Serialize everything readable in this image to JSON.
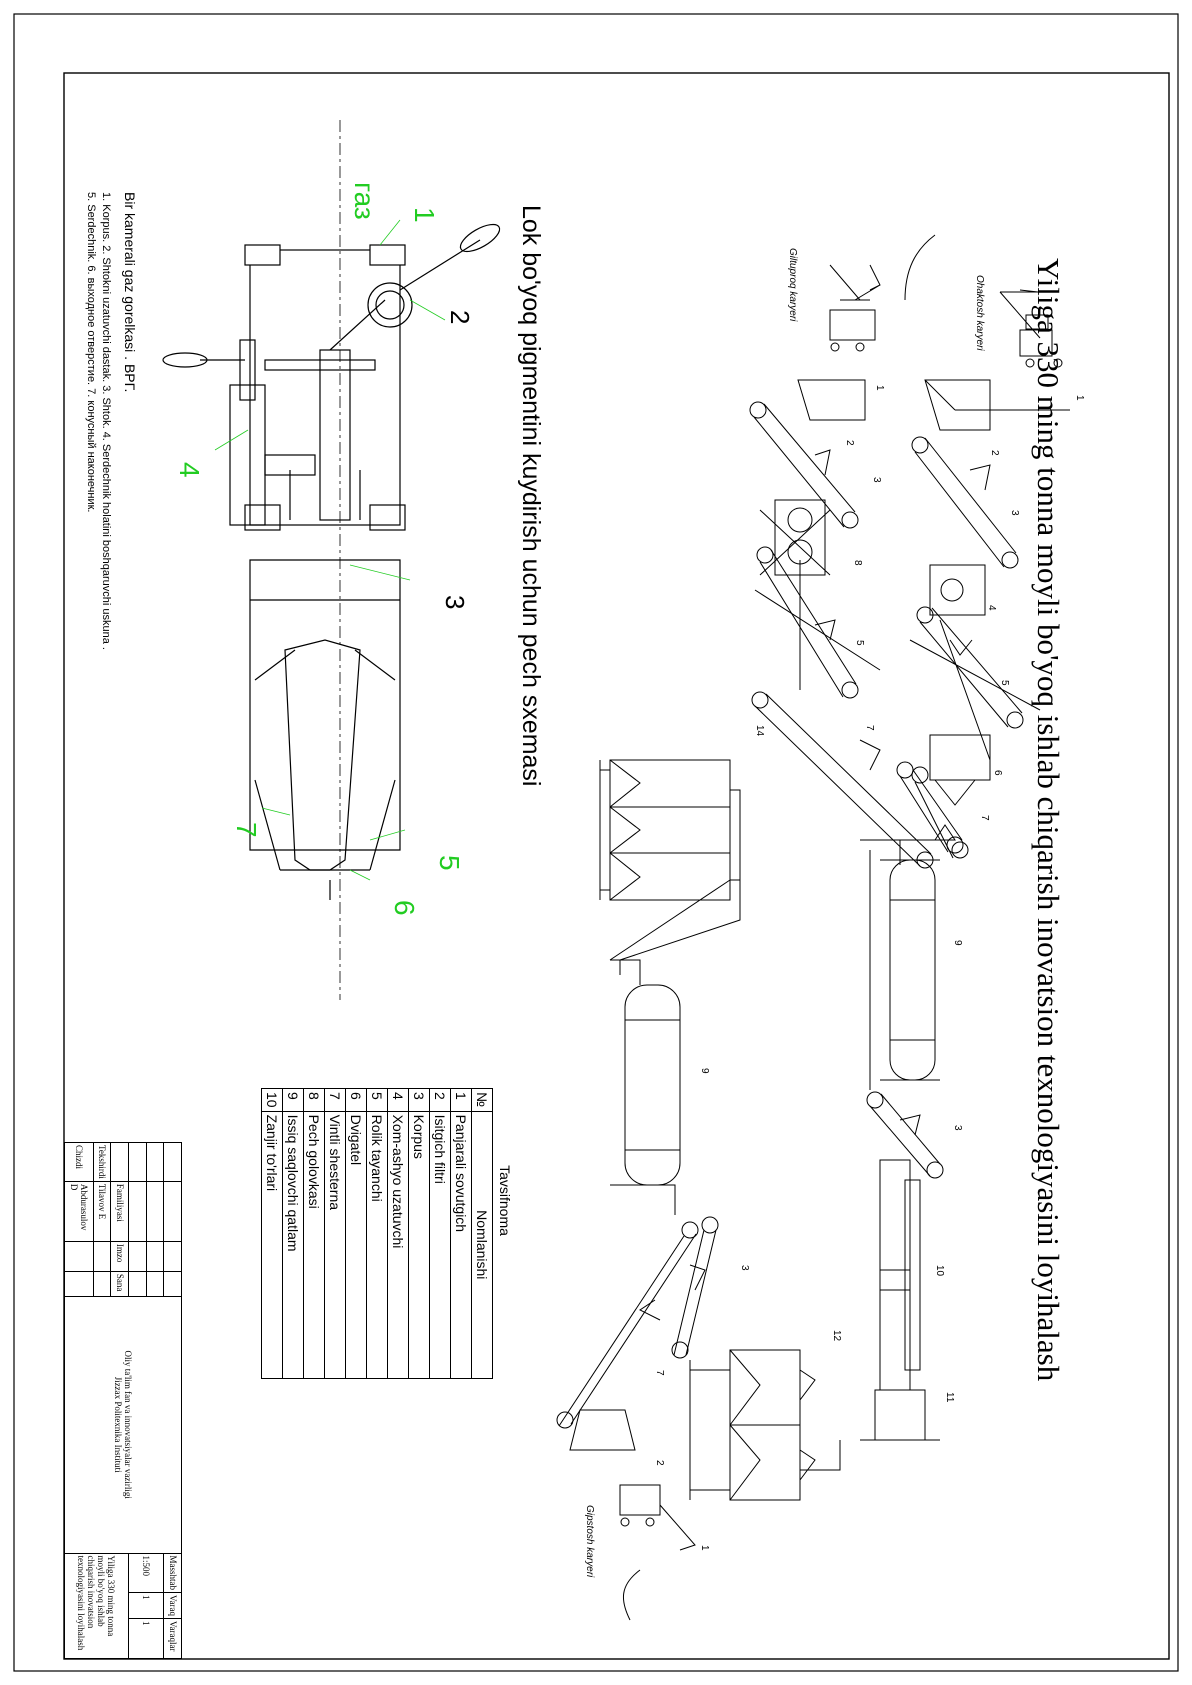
{
  "title": "Yiliga 330 ming tonna moyli bo'yoq ishlab chiqarish inovatsion texnologiyasini loyihalash",
  "subtitle": "Lok bo'yoq pigmentini kuydirish uchun pech sxemasi",
  "quarries": {
    "onaktosh": "Ohaktosh karyeri",
    "giltuproq": "Giltuproq karyeri",
    "gipstosh": "Gipstosh karyeri"
  },
  "callouts": [
    "1",
    "2",
    "3",
    "4",
    "5",
    "6",
    "7",
    "8",
    "9",
    "10",
    "11",
    "12",
    "14"
  ],
  "burner": {
    "gas_label": "газ",
    "numbers": [
      "1",
      "2",
      "3",
      "4",
      "5",
      "6",
      "7"
    ],
    "caption": "Bir kamerali gaz gorelkasi . ВРГ.",
    "note1": "1. Korpus. 2. Shtokni uzatuvchi dastak. 3. Shtok. 4. Serdechnik holatini boshqaruvchi uskuna .",
    "note2": "5. Serdechnik. 6. выходное отверстие. 7. конусный наконечник."
  },
  "spec_table": {
    "caption": "Tavsifnoma",
    "header": [
      "№",
      "Nomlanishi"
    ],
    "rows": [
      [
        "1",
        "Panjarali sovutgich"
      ],
      [
        "2",
        "Isitgich filtri"
      ],
      [
        "3",
        "Korpus"
      ],
      [
        "4",
        "Xom-ashyo uzatuvchi"
      ],
      [
        "5",
        "Rolik tayanchi"
      ],
      [
        "6",
        "Dvigatel"
      ],
      [
        "7",
        "Vintli shesterna"
      ],
      [
        "8",
        "Pech golovkasi"
      ],
      [
        "9",
        "Issiq saqlovchi qatlam"
      ],
      [
        "10",
        "Zanjir to'rlari"
      ]
    ]
  },
  "stamp": {
    "col_surname": "Familiyasi",
    "col_sign": "Imzo",
    "col_date": "Sana",
    "row_checked": "Tekshirdi",
    "row_drew": "Chizdi",
    "checked_name": "Tilavov E",
    "drew_name": "Abdurasulov D",
    "project": "Yiliga 330 ming tonna moyli bo'yoq ishlab chiqarish inovatsion texnologiyasini loyihalash",
    "ministry": "Oliy ta'lim fan va innovatsiyalar vazirligi",
    "institute": "Jizzax Politexnika Instituti",
    "h_scale": "Masshtab",
    "h_sheet": "Varaq",
    "h_sheets": "Varaqlar",
    "scale": "1:500",
    "sheet": "1",
    "sheets": "1"
  }
}
